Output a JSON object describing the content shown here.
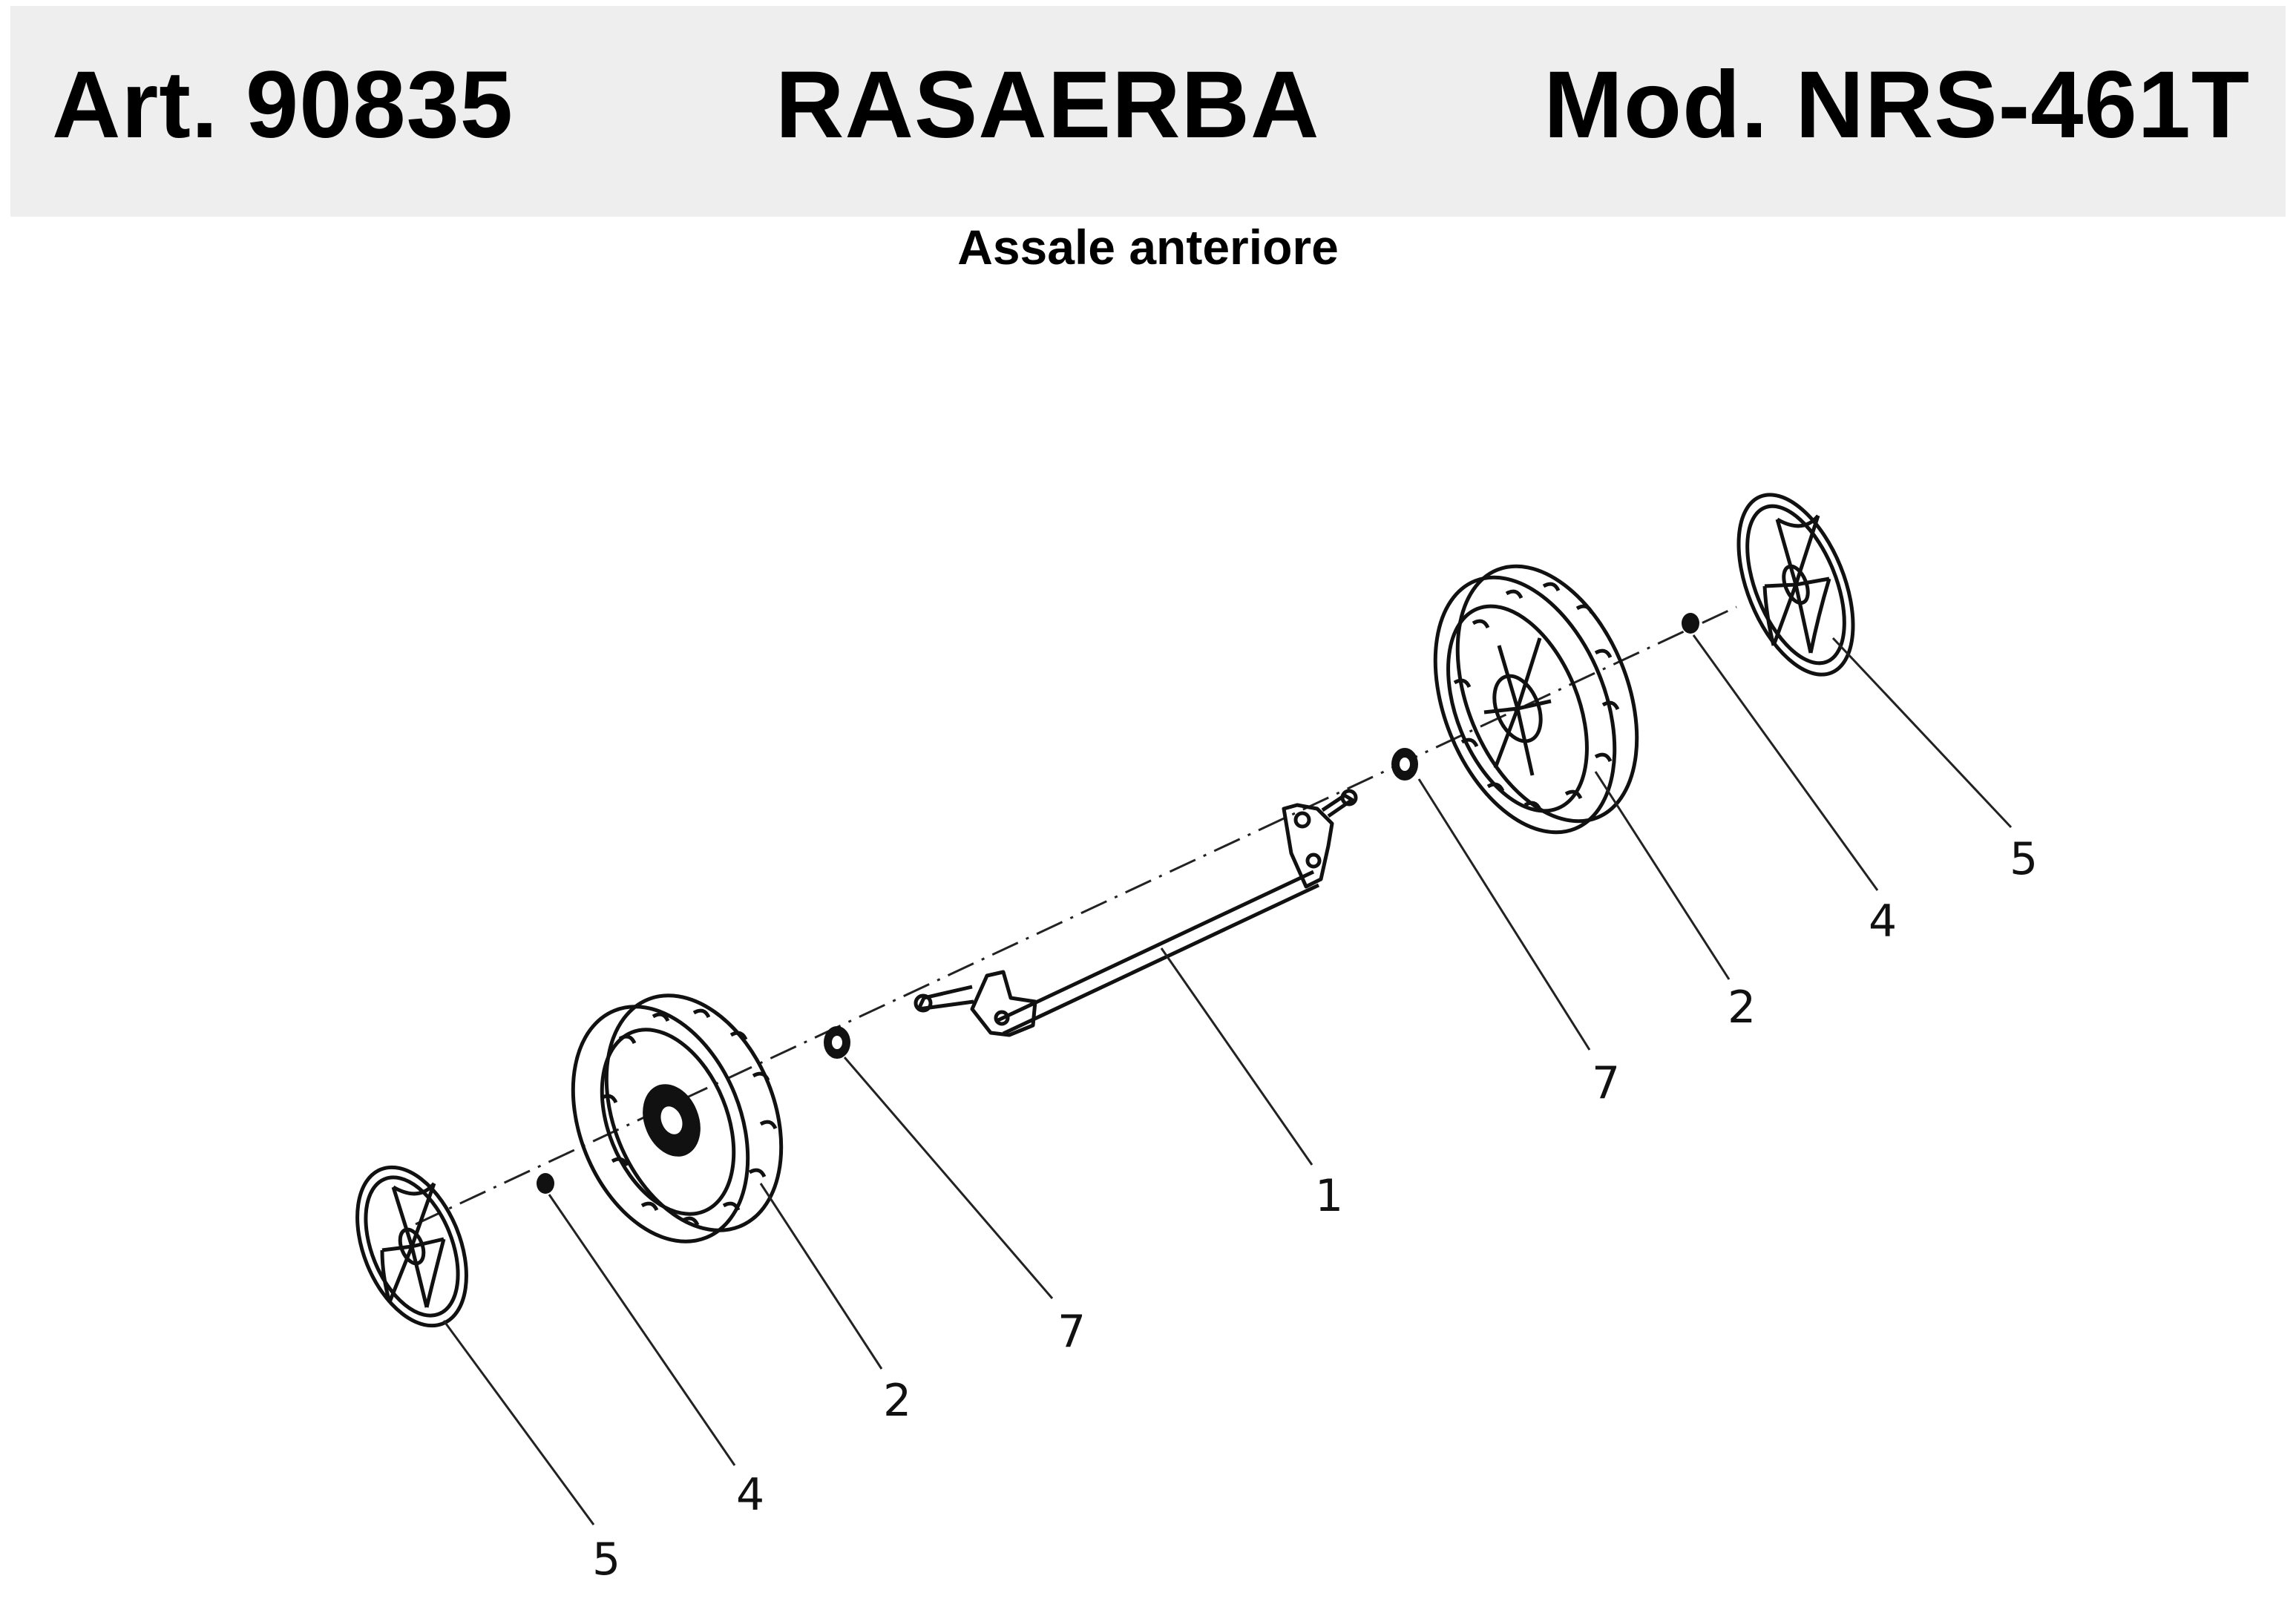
{
  "header": {
    "article": "Art. 90835",
    "product": "RASAERBA",
    "model": "Mod. NRS-461T"
  },
  "subtitle": "Assale anteriore",
  "colors": {
    "header_bg": "#eeeeee",
    "ink": "#000000"
  },
  "callouts": {
    "axle": "1",
    "wheel_right": "2",
    "washer_right": "4",
    "hubcap_right": "5",
    "bushing_right": "7",
    "wheel_left": "2",
    "washer_left": "4",
    "hubcap_left": "5",
    "bushing_left": "7"
  }
}
